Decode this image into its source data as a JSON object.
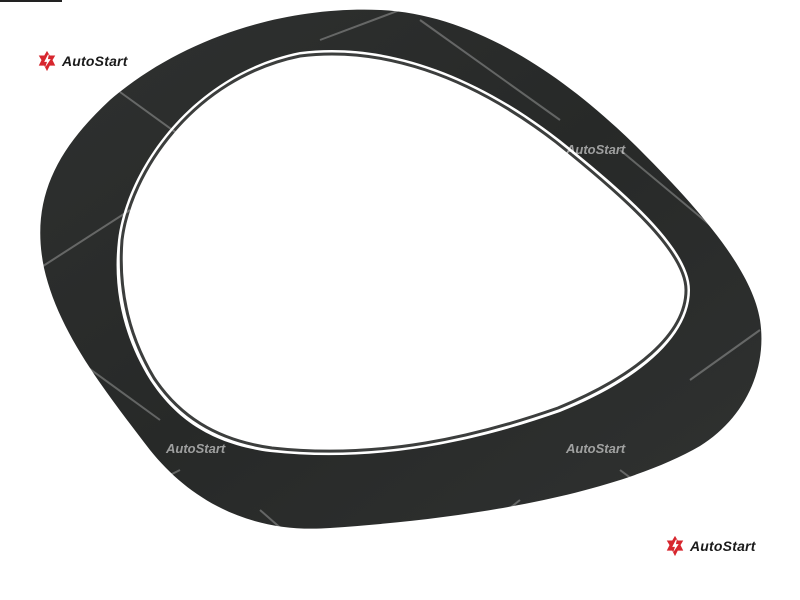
{
  "brand": {
    "name": "AutoStart",
    "accent_color": "#d7262e"
  },
  "watermarks": [
    "AutoStart",
    "AutoStart",
    "AutoStart"
  ],
  "product": {
    "shape": "rounded-triangle-ring",
    "color": "#2b2d2c",
    "background": "#ffffff"
  },
  "icons": {
    "brand_mark": "autostart-logo-icon"
  }
}
